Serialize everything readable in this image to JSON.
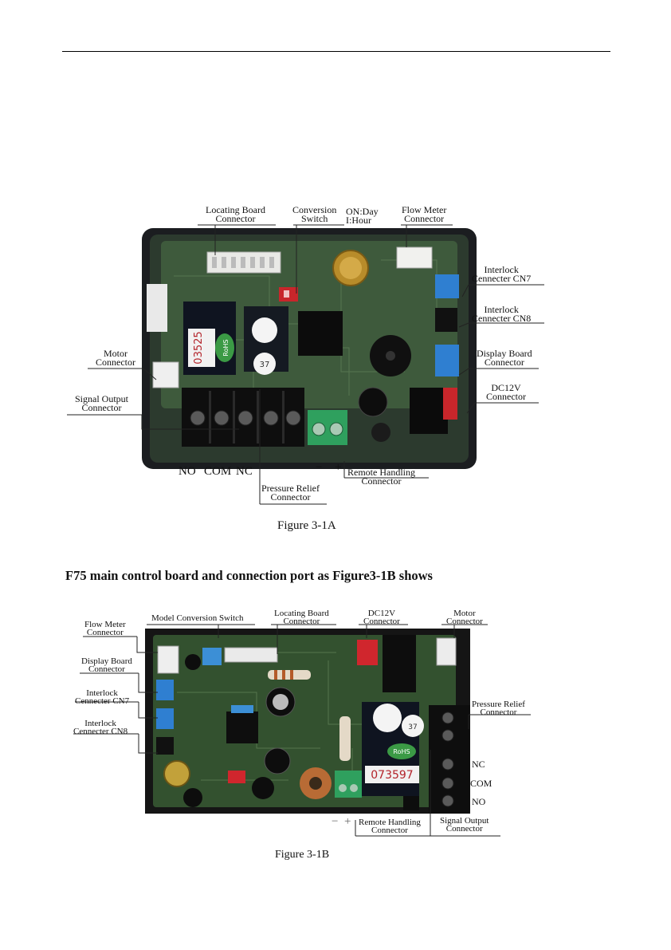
{
  "figure_a": {
    "caption": "Figure 3-1A",
    "labels": {
      "locating": [
        "Locating Board",
        "Connector"
      ],
      "conversion": [
        "Conversion",
        "Switch"
      ],
      "onday": [
        "ON:Day",
        "I:Hour"
      ],
      "flowmeter": [
        "Flow Meter",
        "Connector"
      ],
      "cn7": [
        "Interlock",
        "Cennecter CN7"
      ],
      "cn8": [
        "Interlock",
        "Cennecter CN8"
      ],
      "display": [
        "Display Board",
        "Connector"
      ],
      "dc12v": [
        "DC12V",
        "Connector"
      ],
      "motor": [
        "Motor",
        "Connector"
      ],
      "signal": [
        "Signal Output",
        "Connector"
      ],
      "remote": [
        "Remote Handling",
        "Connector"
      ],
      "pressure": [
        "Pressure Relief",
        "Connector"
      ]
    },
    "terminals": {
      "no": "NO",
      "com": "COM",
      "nc": "NC",
      "minus": "−",
      "plus": "+"
    },
    "board_print": {
      "relay_code": "03525",
      "relay_text": "RoHS",
      "cap_text": "37"
    }
  },
  "intro_text": "F75 main control board and connection port as Figure3-1B shows",
  "figure_b": {
    "caption": "Figure 3-1B",
    "labels": {
      "flowmeter": [
        "Flow Meter",
        "Connector"
      ],
      "model": [
        "Model Conversion Switch"
      ],
      "locating": [
        "Locating Board",
        "Connector"
      ],
      "dc12v": [
        "DC12V",
        "Connector"
      ],
      "motor": [
        "Motor",
        "Connector"
      ],
      "display": [
        "Display Board",
        "Connector"
      ],
      "cn7": [
        "Interlock",
        "Cennecter CN7"
      ],
      "cn8": [
        "Interlock",
        "Cennecter CN8"
      ],
      "pressure": [
        "Pressure Relief",
        "Connector"
      ],
      "remote": [
        "Remote Handling",
        "Connector"
      ],
      "signal": [
        "Signal Output",
        "Connector"
      ]
    },
    "terminals": {
      "nc": "NC",
      "com": "COM",
      "no": "NO",
      "minus": "−",
      "plus": "+"
    },
    "board_print": {
      "relay_code": "073597",
      "relay_text": "RoHS",
      "cap_text": "37"
    }
  }
}
